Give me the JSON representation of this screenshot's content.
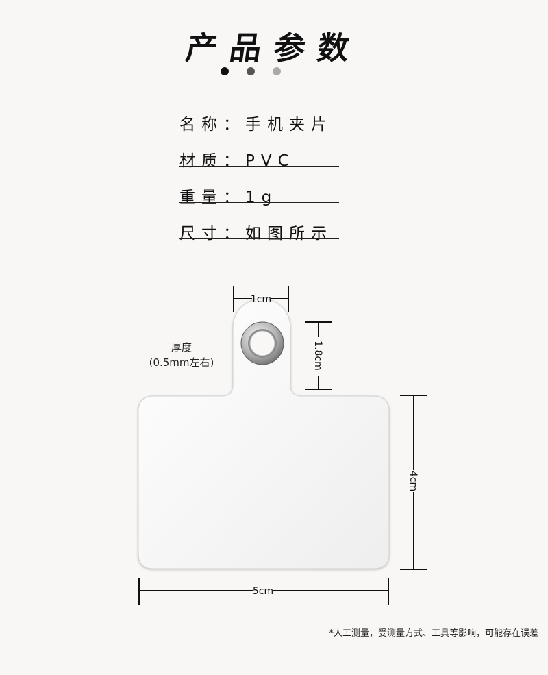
{
  "title": "产品参数",
  "dots": [
    {
      "color": "#111111"
    },
    {
      "color": "#555555"
    },
    {
      "color": "#aaaaaa"
    }
  ],
  "params": [
    {
      "label": "名称",
      "value": "手机夹片"
    },
    {
      "label": "材质",
      "value": "PVC"
    },
    {
      "label": "重量",
      "value": "1g"
    },
    {
      "label": "尺寸",
      "value": "如图所示"
    }
  ],
  "separator": "：",
  "diagram": {
    "thickness_label": "厚度",
    "thickness_value": "(0.5mm左右)",
    "dims": {
      "tab_width": "1cm",
      "tab_height": "1.8cm",
      "body_height": "4cm",
      "body_width": "5cm"
    }
  },
  "footnote": "*人工测量，受测量方式、工具等影响，可能存在误差"
}
